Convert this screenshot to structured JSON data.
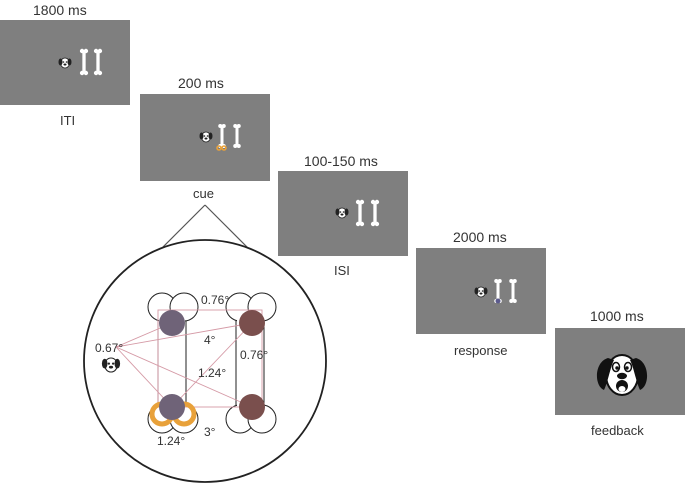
{
  "frames": [
    {
      "duration": "1800 ms",
      "label": "ITI"
    },
    {
      "duration": "200 ms",
      "label": "cue"
    },
    {
      "duration": "100-150 ms",
      "label": "ISI"
    },
    {
      "duration": "2000 ms",
      "label": "response"
    },
    {
      "duration": "1000 ms",
      "label": "feedback"
    }
  ],
  "zoom": {
    "measures": {
      "top_gap": "0.76°",
      "dog_size": "0.67°",
      "diag": "4°",
      "right_gap": "0.76°",
      "inner_width": "1.24°",
      "bottom_gap": "3°",
      "bottom_width": "1.24°"
    }
  },
  "colors": {
    "screen_gray": "#7f7f7f",
    "left_target": "#6f6378",
    "right_target": "#7a4f4d",
    "cue_ring": "#e8a13a",
    "response_dot": "#5b5a8c"
  },
  "icons": [
    "dog-face-icon",
    "bone-icon"
  ]
}
